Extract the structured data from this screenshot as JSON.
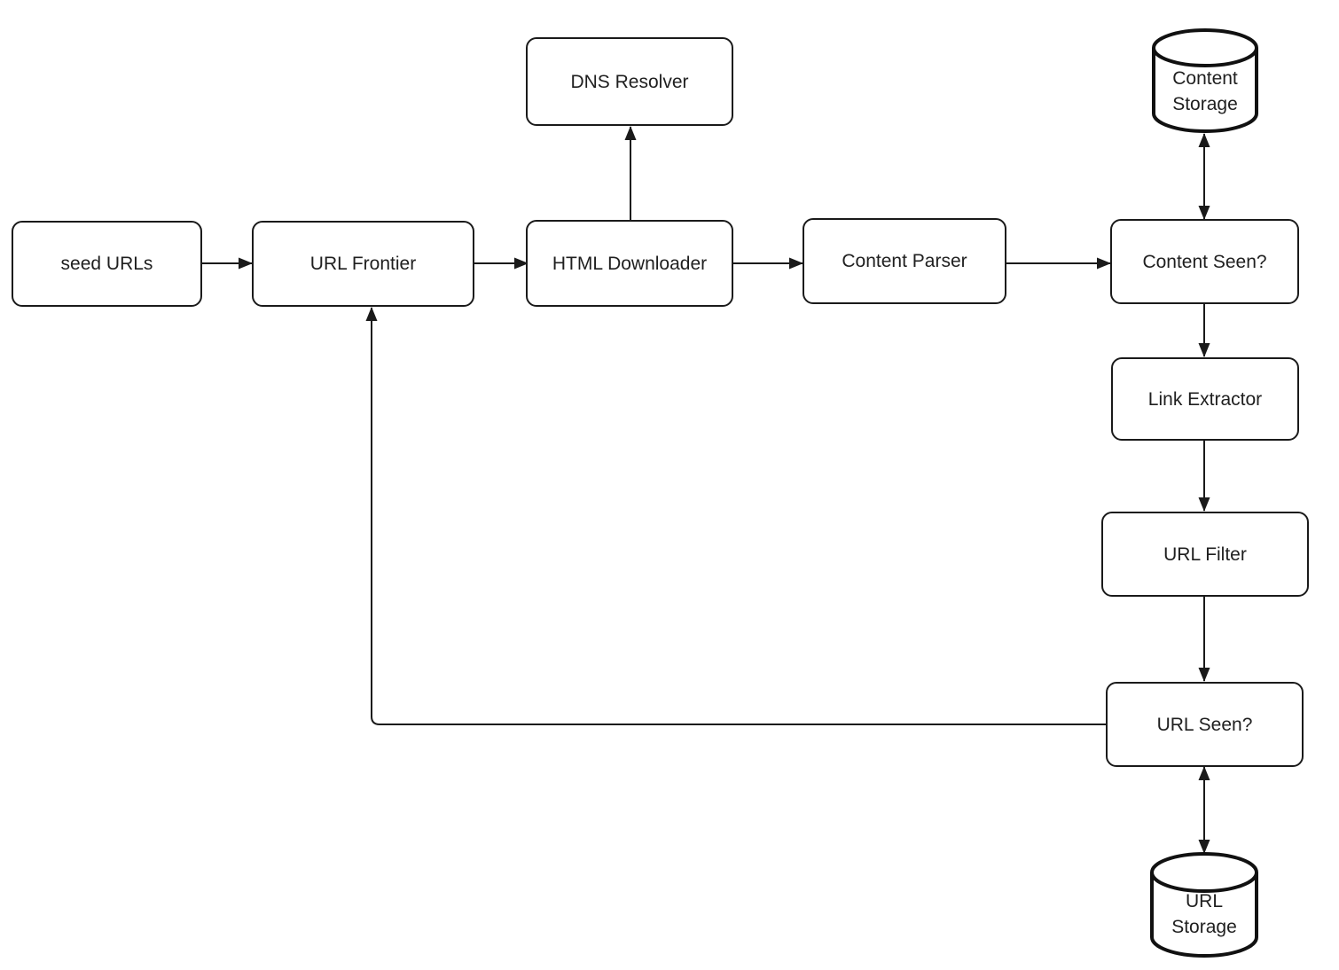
{
  "diagram": {
    "background_color": "#ffffff",
    "stroke_color": "#1a1a1a",
    "text_color": "#1f1f1f",
    "nodes": {
      "seed_urls": {
        "label": "seed URLs",
        "shape": "rounded-rect"
      },
      "url_frontier": {
        "label": "URL Frontier",
        "shape": "rounded-rect"
      },
      "dns_resolver": {
        "label": "DNS Resolver",
        "shape": "rounded-rect"
      },
      "html_downloader": {
        "label": "HTML Downloader",
        "shape": "rounded-rect"
      },
      "content_parser": {
        "label": "Content Parser",
        "shape": "rounded-rect"
      },
      "content_seen": {
        "label": "Content Seen?",
        "shape": "rounded-rect"
      },
      "content_storage": {
        "label": "Content Storage",
        "shape": "cylinder"
      },
      "link_extractor": {
        "label": "Link Extractor",
        "shape": "rounded-rect"
      },
      "url_filter": {
        "label": "URL Filter",
        "shape": "rounded-rect"
      },
      "url_seen": {
        "label": "URL Seen?",
        "shape": "rounded-rect"
      },
      "url_storage": {
        "label": "URL Storage",
        "shape": "cylinder"
      }
    },
    "edges": [
      {
        "from": "seed_urls",
        "to": "url_frontier",
        "direction": "one-way"
      },
      {
        "from": "url_frontier",
        "to": "html_downloader",
        "direction": "one-way"
      },
      {
        "from": "html_downloader",
        "to": "dns_resolver",
        "direction": "one-way"
      },
      {
        "from": "html_downloader",
        "to": "content_parser",
        "direction": "one-way"
      },
      {
        "from": "content_parser",
        "to": "content_seen",
        "direction": "one-way"
      },
      {
        "from": "content_seen",
        "to": "content_storage",
        "direction": "two-way"
      },
      {
        "from": "content_seen",
        "to": "link_extractor",
        "direction": "one-way"
      },
      {
        "from": "link_extractor",
        "to": "url_filter",
        "direction": "one-way"
      },
      {
        "from": "url_filter",
        "to": "url_seen",
        "direction": "one-way"
      },
      {
        "from": "url_seen",
        "to": "url_storage",
        "direction": "two-way"
      },
      {
        "from": "url_seen",
        "to": "url_frontier",
        "direction": "one-way",
        "note": "feedback loop"
      }
    ]
  }
}
